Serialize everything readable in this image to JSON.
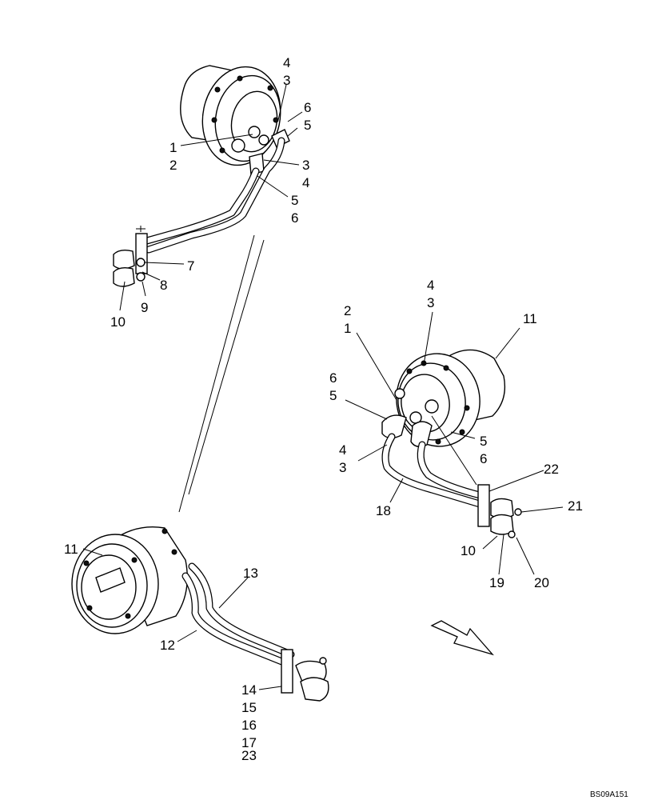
{
  "labels": {
    "top": {
      "a4": "4",
      "a3": "3",
      "a6": "6",
      "a5": "5",
      "a1": "1",
      "a2": "2",
      "b3": "3",
      "b4": "4",
      "b5": "5",
      "b6": "6",
      "a7": "7",
      "a8": "8",
      "a9": "9",
      "a10": "10"
    },
    "right": {
      "c4": "4",
      "c3": "3",
      "c2": "2",
      "c1": "1",
      "c11": "11",
      "c6": "6",
      "c5": "5",
      "d5": "5",
      "d6": "6",
      "d4": "4",
      "d3": "3",
      "c22": "22",
      "c18": "18",
      "c21": "21",
      "c10": "10",
      "c19": "19",
      "c20": "20"
    },
    "bottom": {
      "e11": "11",
      "e13": "13",
      "e12": "12",
      "e14": "14",
      "e15": "15",
      "e16": "16",
      "e17": "17",
      "e23": "23"
    }
  },
  "reference_code": "BS09A151"
}
